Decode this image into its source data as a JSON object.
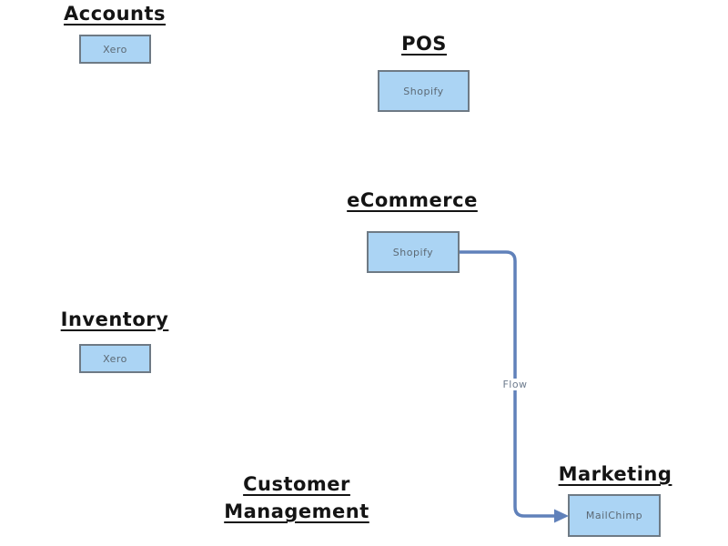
{
  "diagram": {
    "groups": {
      "accounts": {
        "heading": "Accounts",
        "node_label": "Xero"
      },
      "pos": {
        "heading": "POS",
        "node_label": "Shopify"
      },
      "ecommerce": {
        "heading": "eCommerce",
        "node_label": "Shopify"
      },
      "inventory": {
        "heading": "Inventory",
        "node_label": "Xero"
      },
      "customer_management": {
        "heading": "Customer Management"
      },
      "marketing": {
        "heading": "Marketing",
        "node_label": "MailChimp"
      }
    },
    "connector": {
      "label": "Flow",
      "from": "eCommerce Shopify",
      "to": "Marketing MailChimp"
    },
    "colors": {
      "node_fill": "#abd4f4",
      "node_border": "#6e7a85",
      "node_text": "#5c6974",
      "heading_text": "#141414",
      "connector_line": "#6081ba",
      "flow_label_text": "#6e7c8e",
      "background": "#ffffff"
    }
  }
}
